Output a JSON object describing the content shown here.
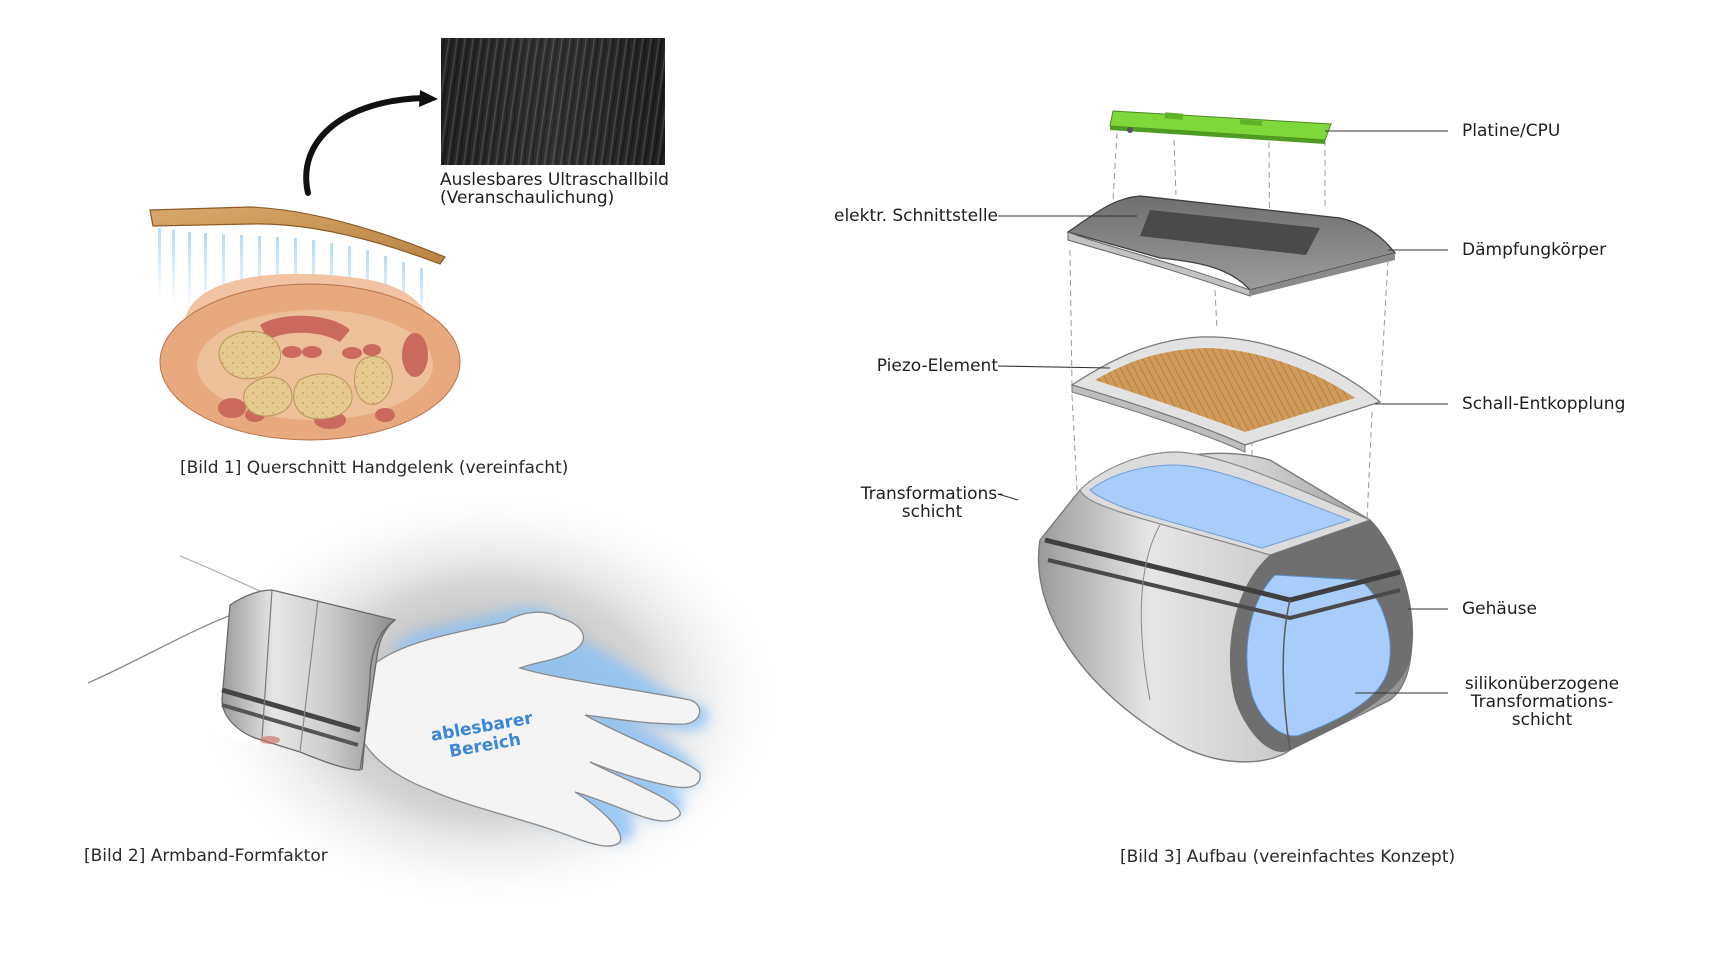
{
  "figure1": {
    "caption": "[Bild 1] Querschnitt Handgelenk (vereinfacht)",
    "ultrasound_label_line1": "Auslesbares Ultraschallbild",
    "ultrasound_label_line2": "(Veranschaulichung)"
  },
  "figure2": {
    "caption": "[Bild 2] Armband-Formfaktor",
    "hand_text_line1": "ablesbarer",
    "hand_text_line2": "Bereich"
  },
  "figure3": {
    "caption": "[Bild 3] Aufbau (vereinfachtes Konzept)",
    "labels": {
      "platine": "Platine/CPU",
      "schnittstelle": "elektr. Schnittstelle",
      "daempfung": "Dämpfungkörper",
      "piezo": "Piezo-Element",
      "entkopplung": "Schall-Entkopplung",
      "transformation_line1": "Transformations-",
      "transformation_line2": "schicht",
      "gehaeuse": "Gehäuse",
      "silikon_line1": "silikonüberzogene",
      "silikon_line2": "Transformations-",
      "silikon_line3": "schicht"
    }
  },
  "colors": {
    "skin": "#e8a97e",
    "bone": "#e8cf97",
    "muscle": "#c96a5c",
    "piezo": "#c89656",
    "pcb": "#7fd83a",
    "glow": "#8fc4f5",
    "layer_blue": "#a9cdfa",
    "metal": "#c8c8c8"
  }
}
